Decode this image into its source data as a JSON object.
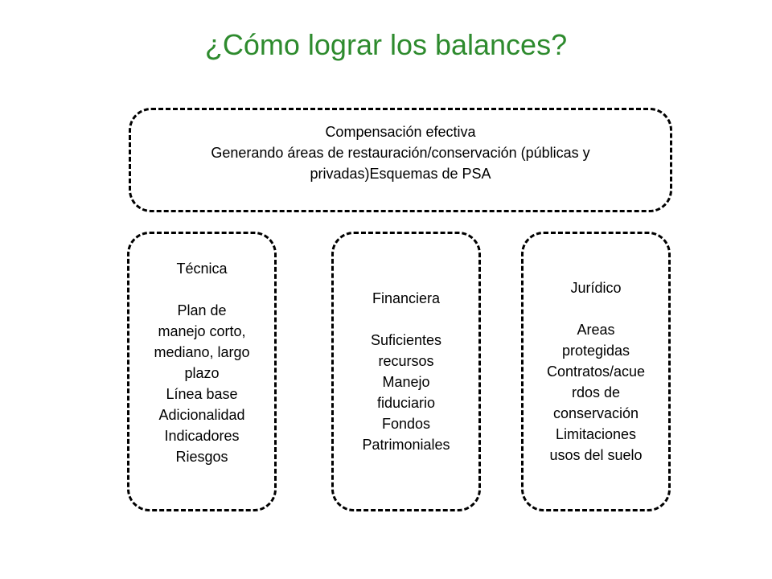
{
  "title": "¿Cómo lograr los balances?",
  "top_box": {
    "lines": [
      "Compensación efectiva",
      "Generando áreas de restauración/conservación (públicas y",
      "privadas)Esquemas de PSA"
    ]
  },
  "boxes": [
    {
      "heading": "Técnica",
      "lines": [
        "Plan de",
        "manejo corto,",
        "mediano, largo",
        "plazo",
        "Línea base",
        "Adicionalidad",
        "Indicadores",
        "Riesgos"
      ]
    },
    {
      "heading": "Financiera",
      "lines": [
        "Suficientes",
        "recursos",
        "Manejo",
        "fiduciario",
        "Fondos",
        "Patrimoniales"
      ]
    },
    {
      "heading": "Jurídico",
      "lines": [
        "Areas",
        "protegidas",
        "Contratos/acue",
        "rdos de",
        "conservación",
        "Limitaciones",
        "usos del suelo"
      ]
    }
  ]
}
